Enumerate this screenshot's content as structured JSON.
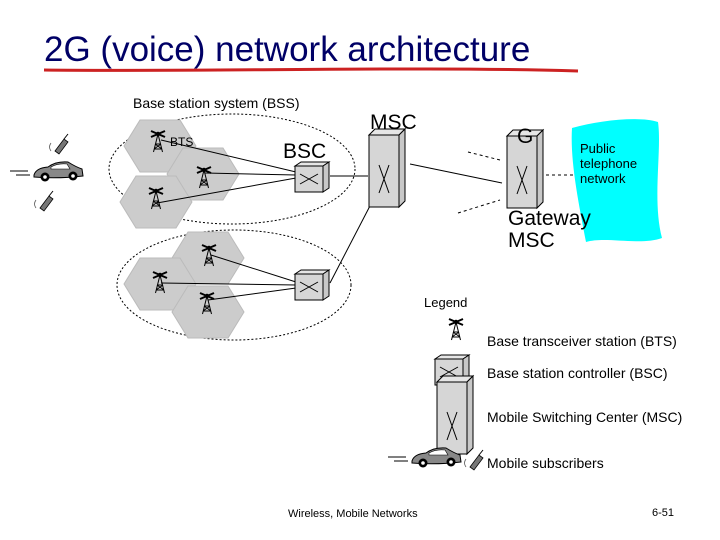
{
  "title": "2G (voice) network architecture",
  "diagram": {
    "bss_label": "Base station system (BSS)",
    "bts_label": "BTS",
    "bsc_label": "BSC",
    "msc_label": "MSC",
    "gateway_g_label": "G",
    "pstn_label": "Public telephone network",
    "gateway_label": "Gateway MSC",
    "title_underline_color": "#cc2222",
    "pstn_color": "#00ffff",
    "cell_color": "#cccccc"
  },
  "legend": {
    "title": "Legend",
    "items": [
      {
        "icon": "bts-antenna-icon",
        "label": "Base transceiver station (BTS)"
      },
      {
        "icon": "bsc-box-icon",
        "label": "Base station controller (BSC)"
      },
      {
        "icon": "msc-switch-icon",
        "label": "Mobile Switching Center (MSC)"
      },
      {
        "icon": "mobile-subscriber-icon",
        "label": "Mobile subscribers"
      }
    ]
  },
  "footer": {
    "course": "Wireless, Mobile Networks",
    "page": "6-51"
  }
}
